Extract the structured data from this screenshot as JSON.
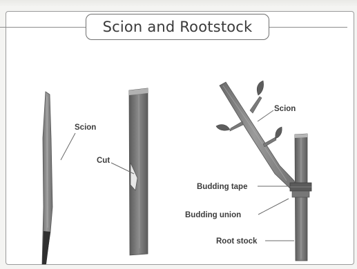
{
  "title": "Scion and Rootstock",
  "labels": {
    "scion_left": "Scion",
    "cut": "Cut",
    "scion_right": "Scion",
    "budding_tape": "Budding tape",
    "budding_union": "Budding union",
    "root_stock": "Root stock"
  },
  "colors": {
    "stem_fill": "#8d8d8d",
    "stem_dark": "#5e5e5e",
    "stem_light": "#b5b5b5",
    "leader_line": "#6a6a6a",
    "label_text": "#3c3c3c"
  },
  "icons": {
    "leaf": "leaf-icon"
  }
}
